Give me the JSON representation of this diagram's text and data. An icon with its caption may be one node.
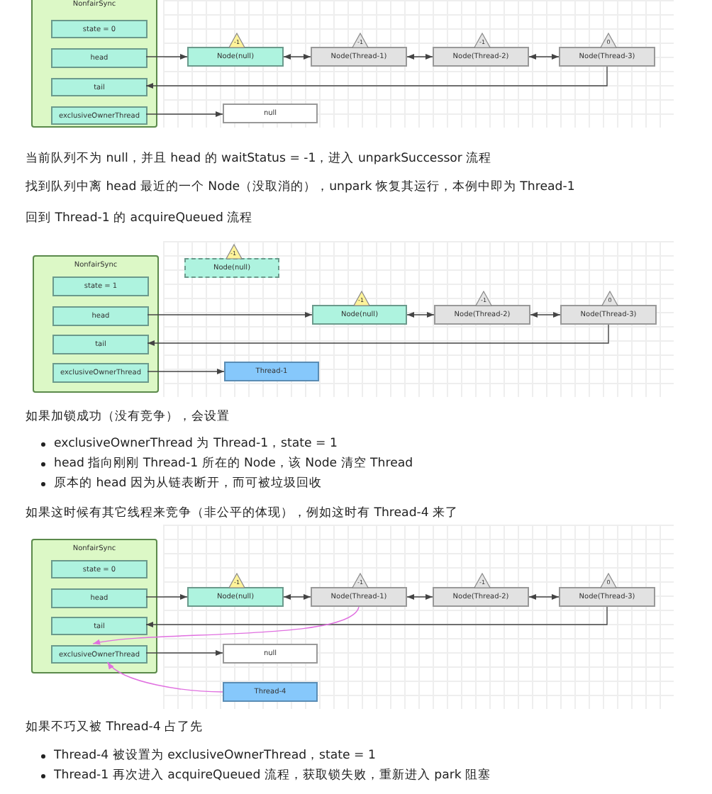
{
  "diagram": {
    "nodes": [
      {
        "text": [
          "NonfairSync"
        ]
      },
      {
        "text": [
          "state = 0"
        ],
        "in": 0
      },
      {
        "text": [
          "head"
        ],
        "in": 0
      },
      {
        "text": [
          "tail"
        ],
        "in": 0
      },
      {
        "text": [
          "exclusiveOwnerThread"
        ],
        "in": 0
      },
      {
        "text": [
          "Node(null)"
        ],
        "beside": [
          "-1"
        ]
      },
      {
        "text": [
          "Node(Thread-1)"
        ],
        "beside": [
          "-1"
        ]
      },
      {
        "text": [
          "Node(Thread-2)"
        ],
        "beside": [
          "-1"
        ]
      },
      {
        "text": [
          "Node(Thread-3)"
        ],
        "beside": [
          "0"
        ]
      },
      {
        "text": [
          "null"
        ]
      },
      {
        "text": [
          "NonfairSync"
        ]
      },
      {
        "text": [
          "state = 1"
        ],
        "in": 10
      },
      {
        "text": [
          "head"
        ],
        "in": 10
      },
      {
        "text": [
          "tail"
        ],
        "in": 10
      },
      {
        "text": [
          "exclusiveOwnerThread"
        ],
        "in": 10
      },
      {
        "text": [
          "Node(null)"
        ],
        "beside": [
          "-1"
        ]
      },
      {
        "text": [
          "Node(null)"
        ],
        "beside": [
          "-1"
        ]
      },
      {
        "text": [
          "Node(Thread-2)"
        ],
        "beside": [
          "-1"
        ]
      },
      {
        "text": [
          "Node(Thread-3)"
        ],
        "beside": [
          "0"
        ]
      },
      {
        "text": [
          "Thread-1"
        ]
      },
      {
        "text": [
          "NonfairSync"
        ]
      },
      {
        "text": [
          "state = 0"
        ],
        "in": 20
      },
      {
        "text": [
          "head"
        ],
        "in": 20
      },
      {
        "text": [
          "tail"
        ],
        "in": 20
      },
      {
        "text": [
          "exclusiveOwnerThread"
        ],
        "in": 20
      },
      {
        "text": [
          "Node(null)"
        ],
        "beside": [
          "-1"
        ]
      },
      {
        "text": [
          "Node(Thread-1)"
        ],
        "beside": [
          "-1"
        ]
      },
      {
        "text": [
          "Node(Thread-2)"
        ],
        "beside": [
          "-1"
        ]
      },
      {
        "text": [
          "Node(Thread-3)"
        ],
        "beside": [
          "0"
        ]
      },
      {
        "text": [
          "null"
        ]
      },
      {
        "text": [
          "Thread-4"
        ]
      }
    ],
    "edges": [
      {
        "from": 2,
        "to": 5,
        "arrow": "to"
      },
      {
        "from": 5,
        "to": 6,
        "arrow": "both"
      },
      {
        "from": 6,
        "to": 7,
        "arrow": "both"
      },
      {
        "from": 7,
        "to": 8,
        "arrow": "both"
      },
      {
        "from": 8,
        "to": 3,
        "arrow": "to"
      },
      {
        "from": 4,
        "to": 9,
        "arrow": "to"
      },
      {
        "from": 12,
        "to": 16,
        "arrow": "to"
      },
      {
        "from": 16,
        "to": 17,
        "arrow": "both"
      },
      {
        "from": 17,
        "to": 18,
        "arrow": "both"
      },
      {
        "from": 18,
        "to": 13,
        "arrow": "to"
      },
      {
        "from": 14,
        "to": 19,
        "arrow": "to"
      },
      {
        "from": 22,
        "to": 25,
        "arrow": "to"
      },
      {
        "from": 25,
        "to": 26,
        "arrow": "both"
      },
      {
        "from": 26,
        "to": 27,
        "arrow": "both"
      },
      {
        "from": 27,
        "to": 28,
        "arrow": "both"
      },
      {
        "from": 28,
        "to": 23,
        "arrow": "to"
      },
      {
        "from": 24,
        "to": 29,
        "arrow": "to"
      },
      {
        "from": 26,
        "to": 24,
        "arrow": "to",
        "color": "#e070e0"
      },
      {
        "from": 30,
        "to": 24,
        "arrow": "to",
        "color": "#e070e0"
      }
    ],
    "labels": [
      "当前队列不为 null，并且 head 的 waitStatus = -1，进入 unparkSuccessor 流程",
      "找到队列中离 head 最近的一个 Node（没取消的），unpark 恢复其运行，本例中即为 Thread-1",
      "回到 Thread-1 的 acquireQueued 流程",
      "如果加锁成功（没有竞争），会设置",
      "exclusiveOwnerThread 为 Thread-1，state = 1",
      "head 指向刚刚 Thread-1 所在的 Node，该 Node 清空 Thread",
      "原本的 head 因为从链表断开，而可被垃圾回收",
      "如果这时候有其它线程来竞争（非公平的体现），例如这时有 Thread-4 来了",
      "如果不巧又被 Thread-4 占了先",
      "Thread-4 被设置为 exclusiveOwnerThread，state = 1",
      "Thread-1 再次进入 acquireQueued 流程，获取锁失败，重新进入 park 阻塞"
    ]
  }
}
